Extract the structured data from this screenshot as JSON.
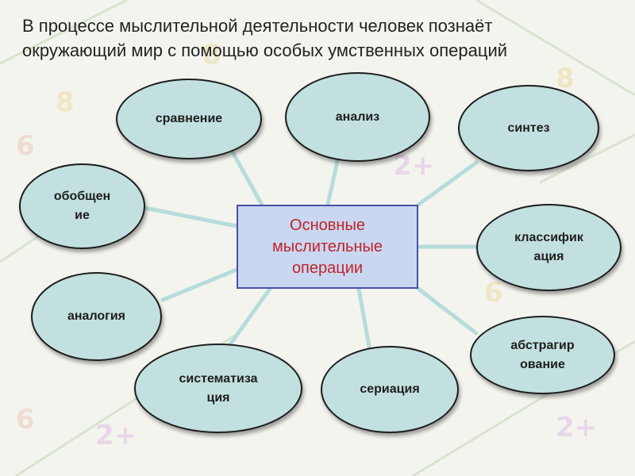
{
  "title": {
    "line1": "В процессе мыслительной деятельности человек познаёт",
    "line2": "окружающий мир с помощью особых умственных операций"
  },
  "center": {
    "label": "Основные\nмыслительные\nоперации",
    "text_color": "#c0242a",
    "fill": "#c9d7f0",
    "border": "#4b4fa8"
  },
  "nodes": {
    "comparison": "сравнение",
    "analysis": "анализ",
    "synthesis": "синтез",
    "generalization": "обобщен\nие",
    "classification": "классифик\nация",
    "analogy": "аналогия",
    "abstraction": "абстрагир\nование",
    "systematization": "систематиза\nция",
    "seriation": "сериация"
  },
  "colors": {
    "node_fill": "#c2e0df",
    "connector": "#b6dcdb",
    "background": "#f4f4ef"
  }
}
